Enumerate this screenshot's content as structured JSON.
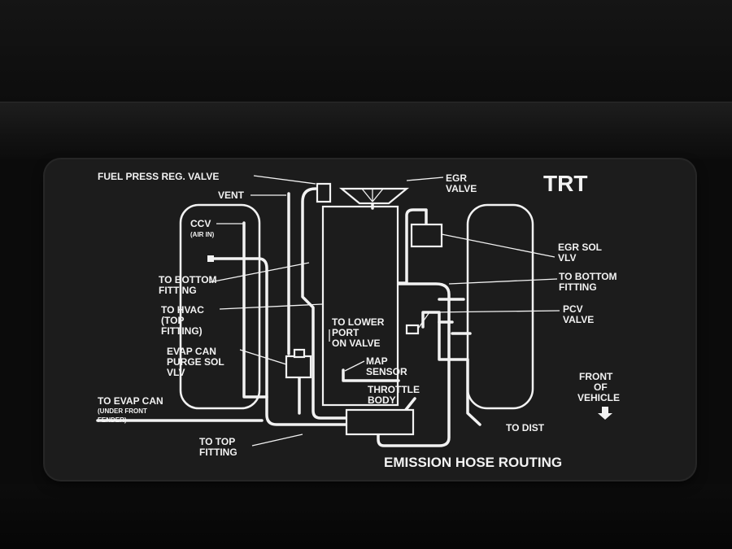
{
  "label": {
    "code": "TRT",
    "title": "EMISSION HOSE ROUTING"
  },
  "callouts": {
    "fuel_press_reg_valve": "FUEL PRESS REG. VALVE",
    "egr_valve": [
      "EGR",
      "VALVE"
    ],
    "vent": "VENT",
    "ccv": [
      "CCV",
      "(AIR IN)"
    ],
    "egr_sol_vlv": [
      "EGR SOL",
      "VLV"
    ],
    "to_bottom_fitting_left": [
      "TO BOTTOM",
      "FITTING"
    ],
    "to_bottom_fitting_right": [
      "TO BOTTOM",
      "FITTING"
    ],
    "to_hvac": [
      "TO HVAC",
      "(TOP",
      "FITTING)"
    ],
    "pcv_valve": [
      "PCV",
      "VALVE"
    ],
    "to_lower_port": [
      "TO LOWER",
      "PORT",
      "ON VALVE"
    ],
    "evap_can_purge_sol_vlv": [
      "EVAP CAN",
      "PURGE SOL",
      "VLV"
    ],
    "map_sensor": [
      "MAP",
      "SENSOR"
    ],
    "front_of_vehicle": [
      "FRONT",
      "OF",
      "VEHICLE"
    ],
    "throttle_body": [
      "THROTTLE",
      "BODY"
    ],
    "to_evap_can": [
      "TO EVAP CAN",
      "(UNDER FRONT",
      "FENDER)"
    ],
    "to_dist": "TO DIST",
    "to_top_fitting": [
      "TO TOP",
      "FITTING"
    ]
  },
  "icons": {
    "front_arrow": "arrow-down-icon"
  },
  "colors": {
    "label_background": "#1c1c1c",
    "print": "#f2f2f2"
  }
}
